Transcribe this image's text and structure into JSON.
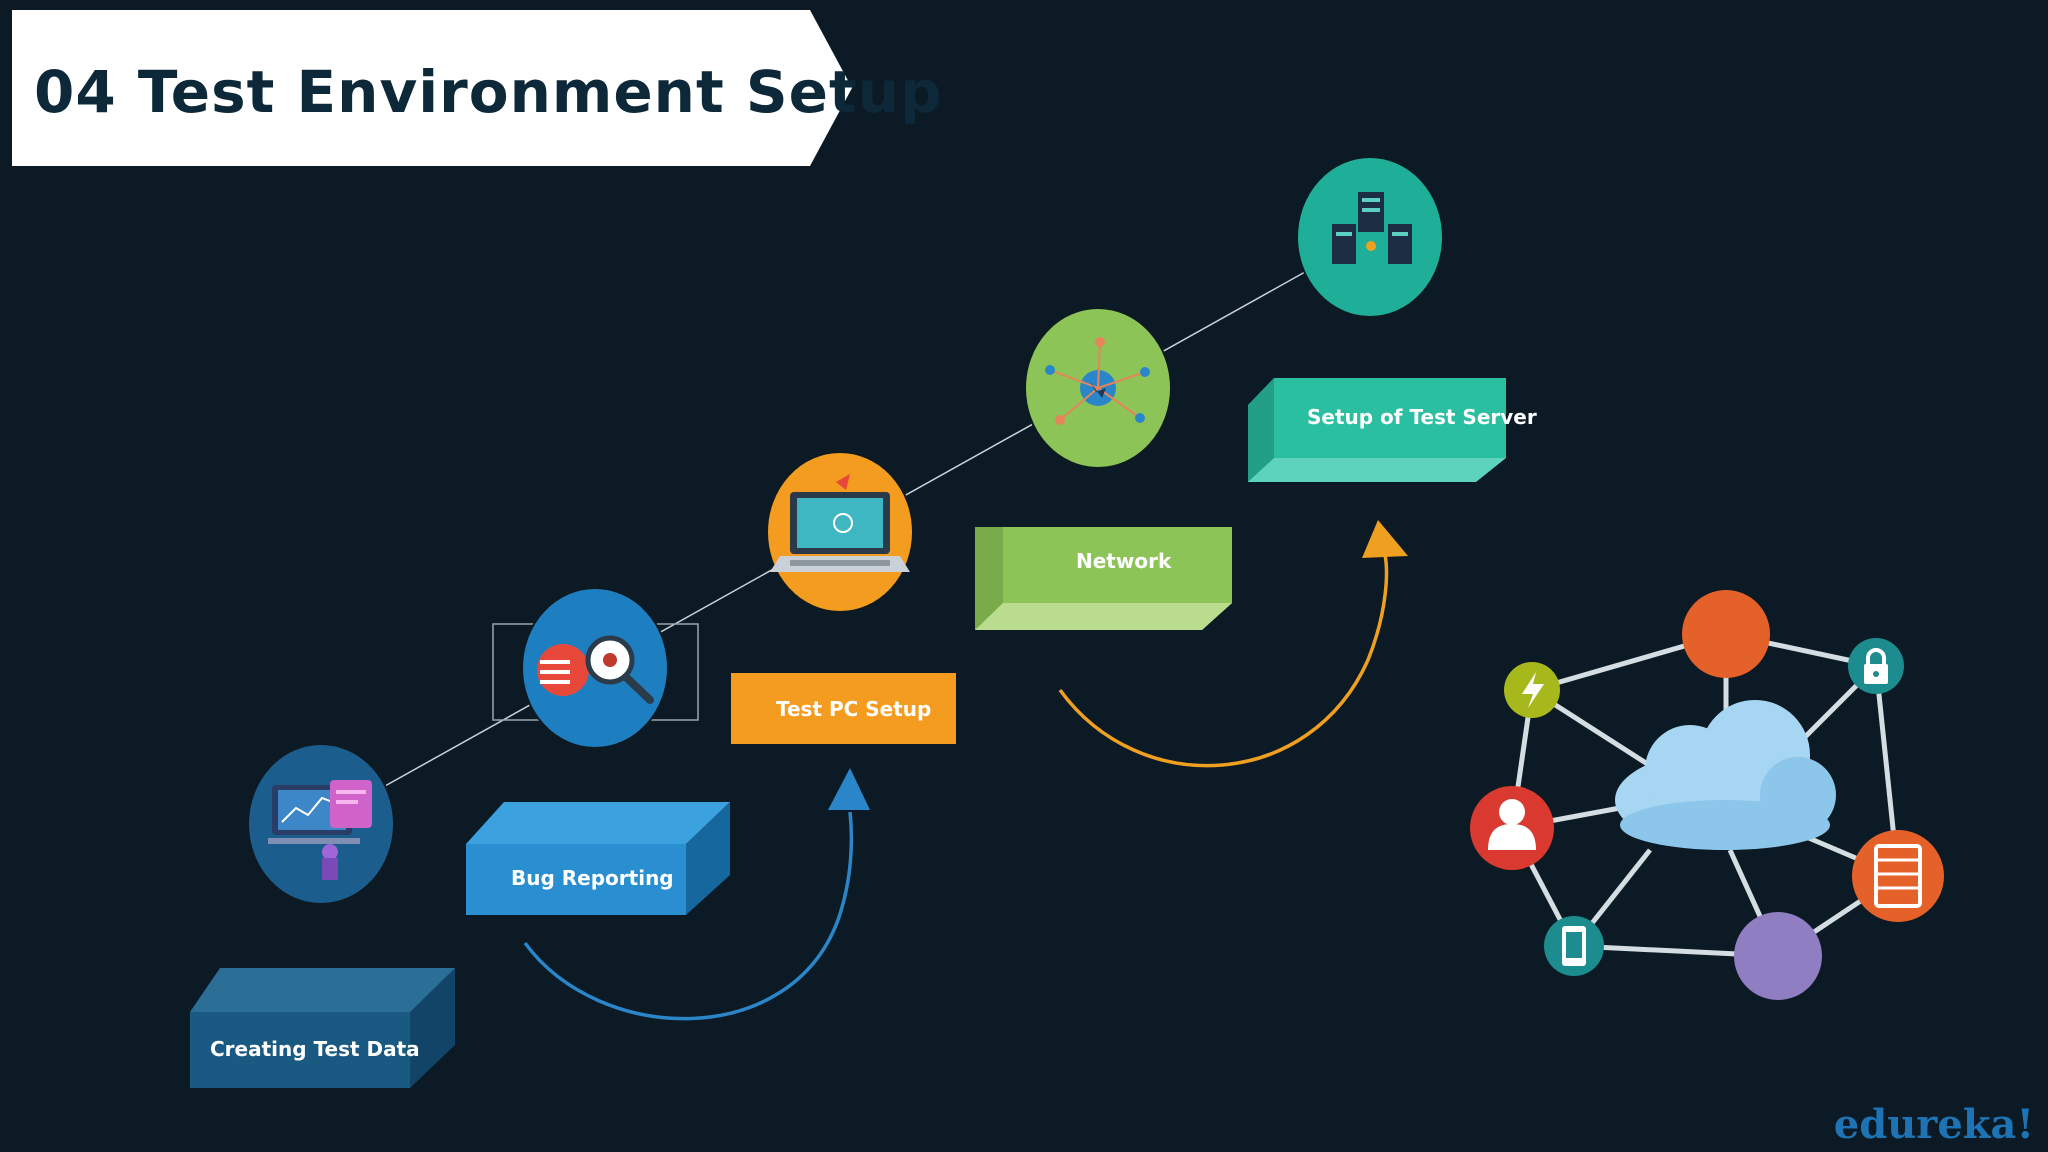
{
  "slide": {
    "title": "04 Test Environment Setup",
    "brand": "edureka!"
  },
  "colors": {
    "background": "#0b1a24",
    "title_text": "#0d2838",
    "dark_blue": "#1a5a82",
    "medium_blue": "#2a8fd0",
    "orange": "#f39c1f",
    "green": "#8dc457",
    "teal": "#2bbfa2",
    "arrow_orange": "#f0a020",
    "arrow_blue": "#2a86c8",
    "brand": "#1e73b4"
  },
  "steps": [
    {
      "label": "Creating Test Data",
      "icon": "analytics-dashboard-icon",
      "color": "#1a5a82"
    },
    {
      "label": "Bug Reporting",
      "icon": "bug-search-icon",
      "color": "#2a8fd0"
    },
    {
      "label": "Test PC Setup",
      "icon": "laptop-icon",
      "color": "#f39c1f"
    },
    {
      "label": "Network",
      "icon": "network-touch-icon",
      "color": "#8dc457"
    },
    {
      "label": "Setup of Test Server",
      "icon": "server-rack-icon",
      "color": "#2bbfa2"
    }
  ],
  "network_illustration": {
    "center": "cloud-icon",
    "nodes": [
      "lightning-icon",
      "orange-node",
      "lock-icon",
      "user-icon",
      "server-list-icon",
      "phone-icon",
      "purple-node"
    ]
  }
}
